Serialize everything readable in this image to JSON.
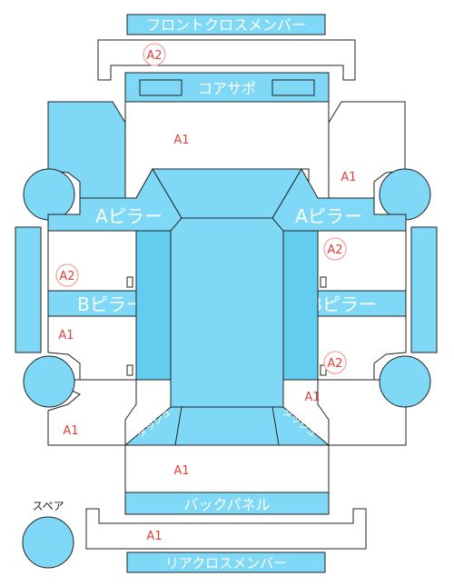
{
  "labels": {
    "front_cross_member": "フロントクロスメンバー",
    "core_support": "コアサポ",
    "a_pillar_left": "Aピラー",
    "a_pillar_right": "Aピラー",
    "b_pillar_left": "Bピラー",
    "b_pillar_right": "Bピラー",
    "back_panel": "バックパネル",
    "rear_cross_member": "リアクロスメンバー",
    "spare": "スペア",
    "left_dash": "ダッシュ",
    "right_dash": "ダッシュ"
  },
  "marks": {
    "a1": "A1",
    "a2": "A2"
  },
  "colors": {
    "part_fill": "#7fd8f5",
    "part_fill_dark": "#63cdef",
    "outline": "#222222",
    "label": "#ffffff",
    "damage": "#e0403a",
    "damage_ring": "#f2a8a4"
  }
}
